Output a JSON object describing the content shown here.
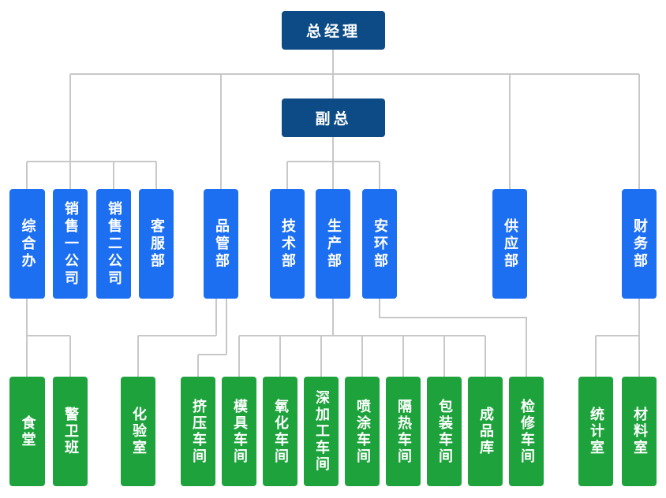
{
  "org": {
    "ceo": "总经理",
    "vp": "副总",
    "depts": [
      "综合办",
      "销售一公司",
      "销售二公司",
      "客服部",
      "品管部",
      "技术部",
      "生产部",
      "安环部",
      "供应部",
      "财务部"
    ],
    "units": [
      "食堂",
      "警卫班",
      "化验室",
      "挤压车间",
      "模具车间",
      "氧化车间",
      "深加工车间",
      "喷涂车间",
      "隔热车间",
      "包装车间",
      "成品库",
      "检修车间",
      "统计室",
      "材料室"
    ]
  },
  "colors": {
    "navy": "#0c4b86",
    "blue": "#1d6ff2",
    "green": "#1ea33c",
    "line": "#c8c8c8"
  }
}
